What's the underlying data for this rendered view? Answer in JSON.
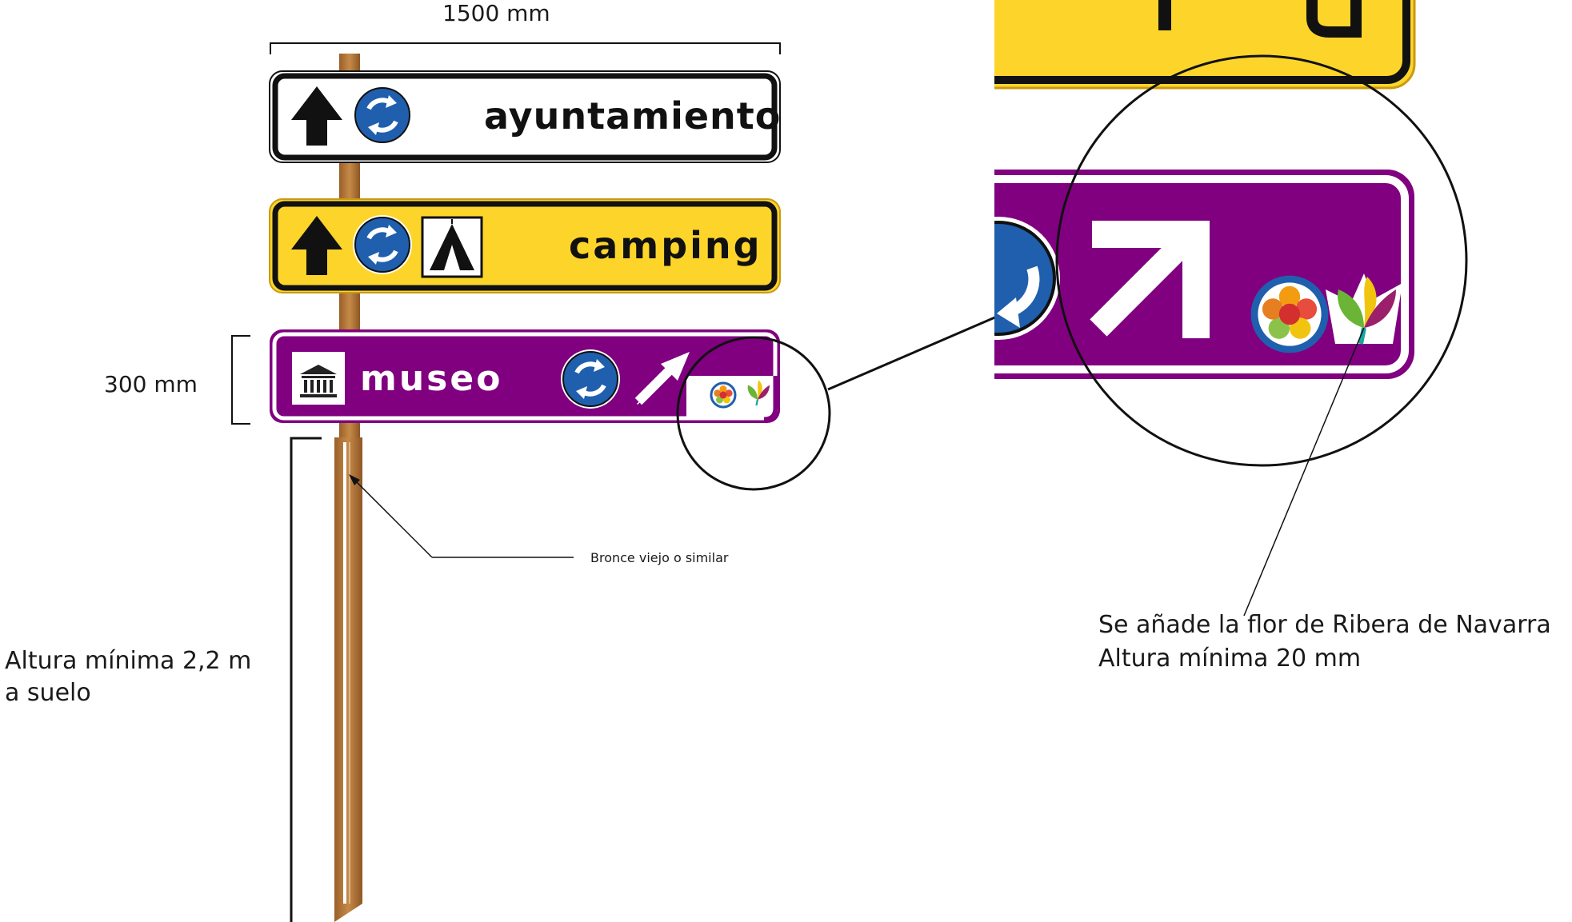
{
  "dimensions": {
    "width_label": "1500 mm",
    "height_label": "300 mm"
  },
  "signs": [
    {
      "text": "ayuntamiento",
      "background": "#ffffff",
      "border": "#111111",
      "icons": [
        "up-arrow-icon",
        "roundabout-icon"
      ]
    },
    {
      "text": "camping",
      "background": "#fdd52a",
      "border": "#111111",
      "icons": [
        "up-arrow-icon",
        "roundabout-icon",
        "tent-icon"
      ]
    },
    {
      "text": "museo",
      "background": "#800080",
      "border": "#ffffff",
      "icons": [
        "museum-icon",
        "roundabout-icon",
        "diagonal-arrow-icon",
        "flower-logo-icon",
        "leaf-logo-icon"
      ]
    }
  ],
  "annotations": {
    "post_material": "Bronce viejo o similar",
    "min_height_line1": "Altura mínima 2,2 m",
    "min_height_line2": "a suelo",
    "flower_note_line1": "Se añade la flor de Ribera de Navarra",
    "flower_note_line2": "Altura mínima 20 mm"
  },
  "colors": {
    "post": "#b57a38",
    "roundabout_blue": "#1f5fad",
    "purple": "#800080",
    "yellow": "#fdd52a"
  }
}
